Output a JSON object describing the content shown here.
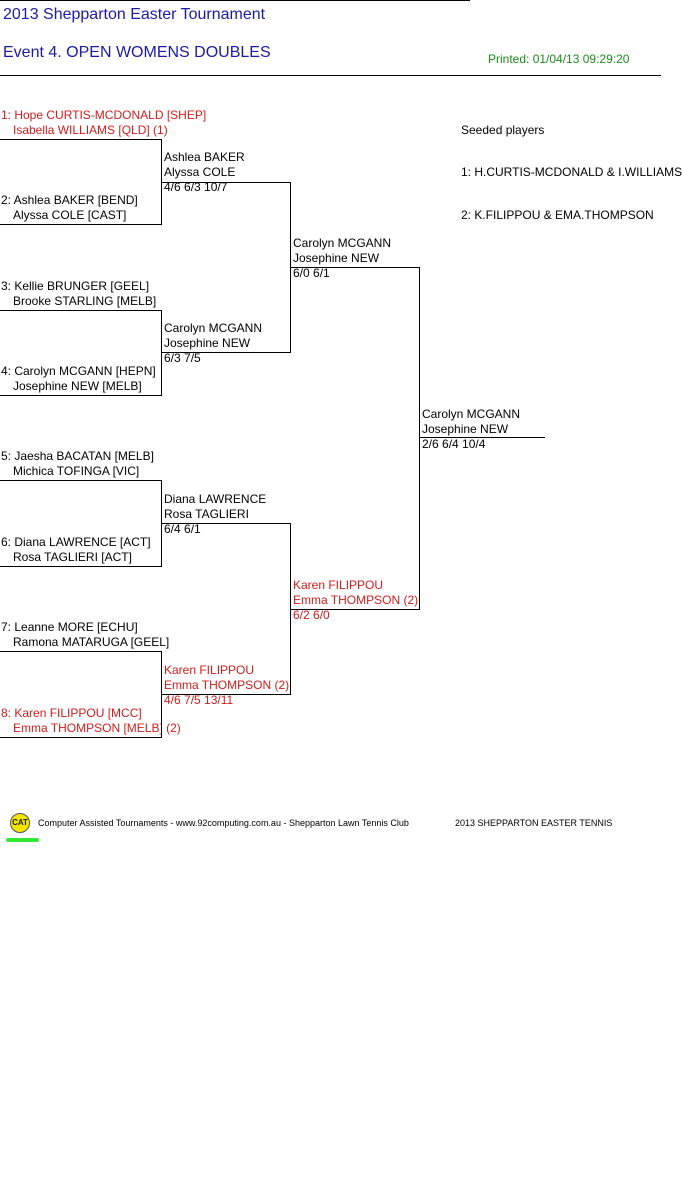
{
  "header": {
    "title": "2013 Shepparton Easter Tournament",
    "event": "Event 4. OPEN WOMENS DOUBLES",
    "printed": "Printed: 01/04/13 09:29:20"
  },
  "round1": [
    {
      "line1": "1: Hope CURTIS-MCDONALD [SHEP]",
      "line2": "Isabella WILLIAMS [QLD] (1)",
      "seeded": true
    },
    {
      "line1": "2: Ashlea BAKER [BEND]",
      "line2": "Alyssa COLE [CAST]",
      "seeded": false
    },
    {
      "line1": "3: Kellie BRUNGER [GEEL]",
      "line2": "Brooke STARLING [MELB]",
      "seeded": false
    },
    {
      "line1": "4: Carolyn MCGANN [HEPN]",
      "line2": "Josephine NEW [MELB]",
      "seeded": false
    },
    {
      "line1": "5: Jaesha BACATAN [MELB]",
      "line2": "Michica TOFINGA [VIC]",
      "seeded": false
    },
    {
      "line1": "6: Diana LAWRENCE [ACT]",
      "line2": "Rosa TAGLIERI [ACT]",
      "seeded": false
    },
    {
      "line1": "7: Leanne MORE [ECHU]",
      "line2": "Ramona MATARUGA [GEEL]",
      "seeded": false
    },
    {
      "line1": "8: Karen FILIPPOU [MCC]",
      "line2": "Emma THOMPSON [MELB] (2)",
      "seeded": true
    }
  ],
  "round2": [
    {
      "line1": "Ashlea BAKER",
      "line2": "Alyssa COLE",
      "score": "4/6 6/3 10/7"
    },
    {
      "line1": "Carolyn MCGANN",
      "line2": "Josephine NEW",
      "score": "6/3 7/5"
    },
    {
      "line1": "Diana LAWRENCE",
      "line2": "Rosa TAGLIERI",
      "score": "6/4 6/1"
    },
    {
      "line1": "Karen FILIPPOU",
      "line2": "Emma THOMPSON (2)",
      "score": "4/6 7/5 13/11"
    }
  ],
  "round3": [
    {
      "line1": "Carolyn MCGANN",
      "line2": "Josephine NEW",
      "score": "6/0 6/1"
    },
    {
      "line1": "Karen FILIPPOU",
      "line2": "Emma THOMPSON (2)",
      "score": "6/2 6/0"
    }
  ],
  "final": {
    "line1": "Carolyn MCGANN",
    "line2": "Josephine NEW",
    "score": "2/6 6/4 10/4"
  },
  "seeded": {
    "heading": "Seeded players",
    "items": [
      "1: H.CURTIS-MCDONALD & I.WILLIAMS",
      "2: K.FILIPPOU & EMA.THOMPSON"
    ]
  },
  "footer": {
    "logo_text": "CAT",
    "text": "Computer Assisted Tournaments - www.92computing.com.au -  Shepparton Lawn Tennis Club",
    "right_text": "2013 SHEPPARTON EASTER TENNIS"
  },
  "colors": {
    "title": "#1a1aa6",
    "printed": "#1e8a1e",
    "seeded_red": "#d01c1c",
    "logo_yellow": "#f2e500",
    "logo_underline": "#33e833"
  }
}
